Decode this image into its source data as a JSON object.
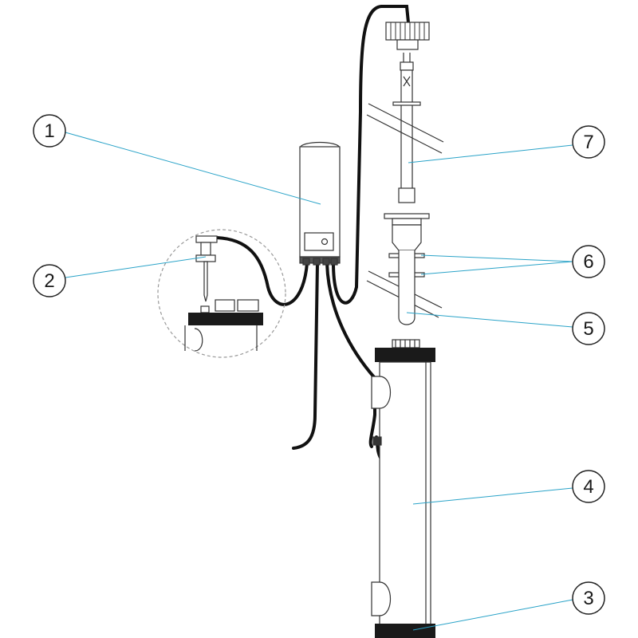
{
  "diagram": {
    "callouts": [
      {
        "id": "1",
        "label": "1"
      },
      {
        "id": "2",
        "label": "2"
      },
      {
        "id": "3",
        "label": "3"
      },
      {
        "id": "4",
        "label": "4"
      },
      {
        "id": "5",
        "label": "5"
      },
      {
        "id": "6",
        "label": "6"
      },
      {
        "id": "7",
        "label": "7"
      }
    ],
    "colors": {
      "leader_line": "#2aa3c8",
      "outline": "#333333",
      "cable": "#111111",
      "dashed_circle": "#999999",
      "fill_dark": "#1a1a1a"
    }
  }
}
